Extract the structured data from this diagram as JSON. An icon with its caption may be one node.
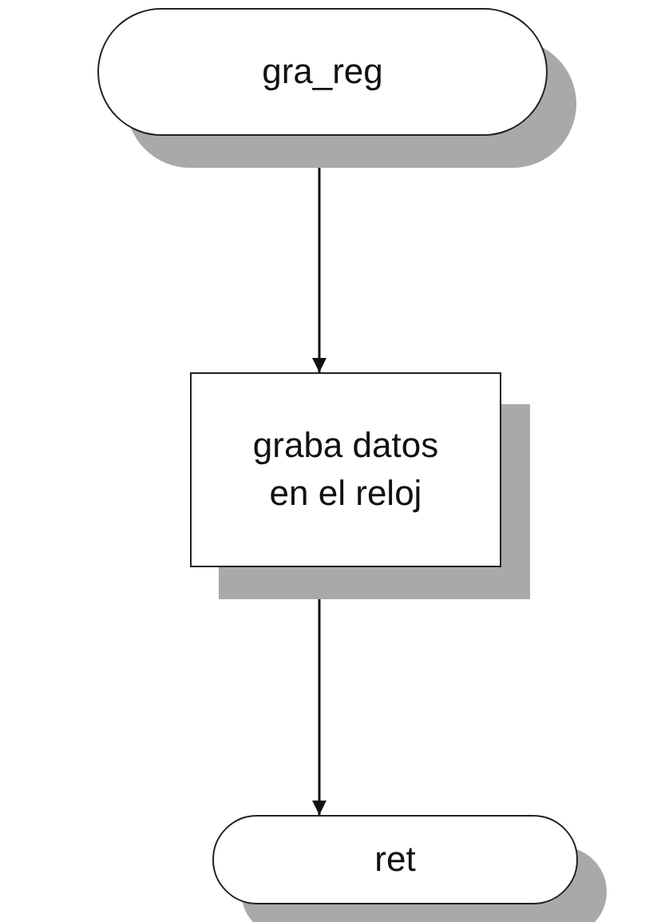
{
  "diagram": {
    "nodes": [
      {
        "text": [
          "gra_reg"
        ]
      },
      {
        "text": [
          "graba datos en el reloj"
        ]
      },
      {
        "text": [
          "ret"
        ]
      }
    ],
    "edges": [
      {
        "from": 0,
        "to": 1,
        "arrow": "to"
      },
      {
        "from": 1,
        "to": 2,
        "arrow": "to"
      }
    ]
  }
}
